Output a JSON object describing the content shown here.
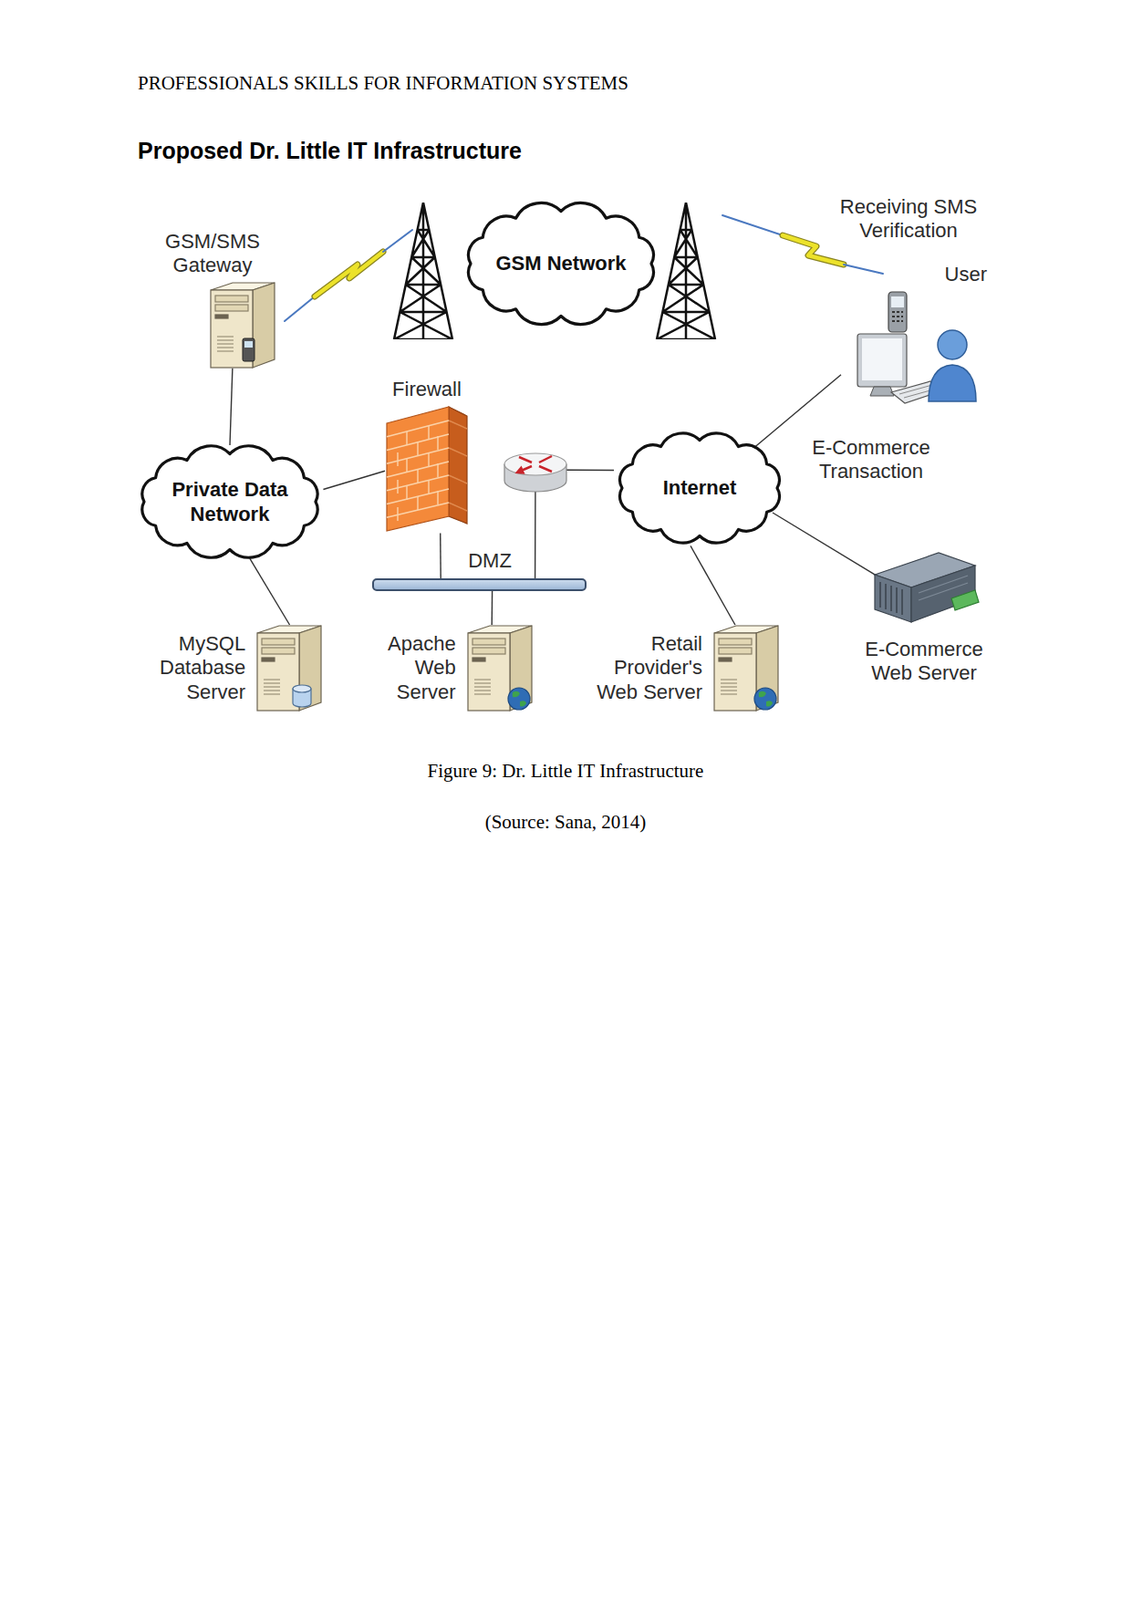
{
  "diagram": {
    "title": "Proposed Dr. Little IT Infrastructure",
    "caption": "Figure 9: Dr. Little IT Infrastructure",
    "nodes": [
      {
        "text": [
          "GSM/SMS Gateway"
        ]
      },
      {
        "text": [
          "GSM Network"
        ]
      },
      {
        "text": [
          "User"
        ]
      },
      {
        "text": [
          "Private Data Network"
        ]
      },
      {
        "text": [
          "Firewall"
        ]
      },
      {
        "text": [
          "Internet"
        ]
      },
      {
        "text": [
          "DMZ"
        ]
      },
      {
        "text": [
          "MySQL Database Server"
        ]
      },
      {
        "text": [
          "Apache Web Server"
        ]
      },
      {
        "text": [
          "Retail Provider's Web Server"
        ]
      },
      {
        "text": [
          "E-Commerce Web Server"
        ]
      }
    ],
    "edges": [
      {
        "from": 0,
        "to": 3,
        "arrow": "none"
      },
      {
        "from": 3,
        "to": 4,
        "arrow": "none"
      },
      {
        "from": 3,
        "to": 7,
        "arrow": "none"
      },
      {
        "from": 4,
        "to": 6,
        "arrow": "none"
      },
      {
        "from": 6,
        "to": 8,
        "arrow": "none"
      },
      {
        "from": 6,
        "to": 5,
        "arrow": "none"
      },
      {
        "from": 5,
        "to": 2,
        "arrow": "none"
      },
      {
        "from": 5,
        "to": 9,
        "arrow": "none"
      },
      {
        "from": 5,
        "to": 10,
        "arrow": "none"
      }
    ],
    "labels": [
      "PROFESSIONALS SKILLS FOR INFORMATION SYSTEMS",
      "Receiving SMS Verification",
      "E-Commerce Transaction",
      "(Source: Sana, 2014)"
    ]
  }
}
